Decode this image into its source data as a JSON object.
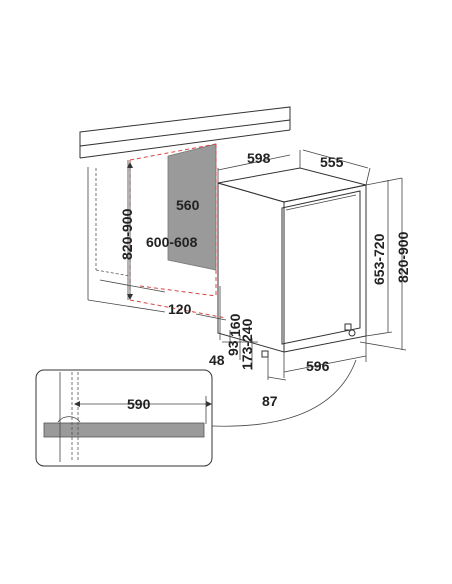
{
  "dimensions": {
    "top_width": "598",
    "top_depth": "555",
    "niche_depth": "560",
    "niche_width": "600-608",
    "niche_height": "820-900",
    "plinth_depth": "120",
    "plinth_48": "48",
    "plinth_93": "93",
    "plinth_160": "160",
    "plinth_range": "173-240",
    "door_height": "653-720",
    "total_height": "820-900",
    "bottom_width": "596",
    "foot_offset": "87",
    "detail_width": "590"
  }
}
